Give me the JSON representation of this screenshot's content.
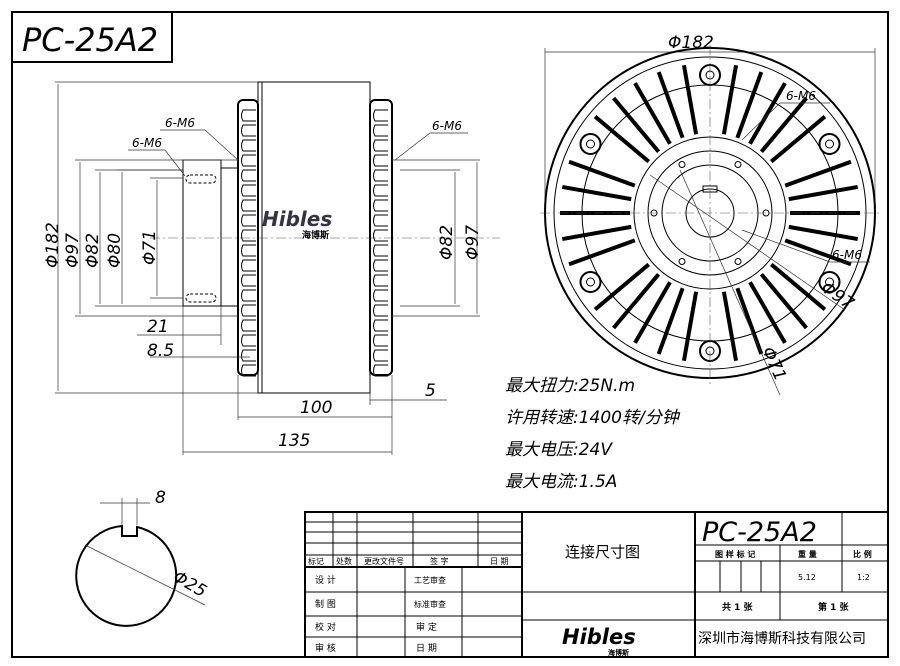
{
  "drawing": {
    "model_label": "PC-25A2",
    "side_view": {
      "dims_vertical": [
        "Φ182",
        "Φ97",
        "Φ82",
        "Φ80",
        "Φ71"
      ],
      "dims_right": [
        "Φ82",
        "Φ97"
      ],
      "callouts": [
        "6-M6",
        "6-M6",
        "6-M6"
      ],
      "dims_horizontal": [
        "21",
        "8.5",
        "100",
        "5",
        "135"
      ],
      "logo": "Hibles",
      "logo_cn": "海博斯"
    },
    "front_view": {
      "diameter_top": "Φ182",
      "callouts": [
        "6-M6",
        "6-M6"
      ],
      "diameters": [
        "Φ97",
        "Φ71"
      ]
    },
    "key_view": {
      "width": "8",
      "diameter": "Φ25"
    },
    "specs": [
      "最大扭力:25N.m",
      "许用转速:1400转/分钟",
      "最大电压:24V",
      "最大电流:1.5A"
    ]
  },
  "title_block": {
    "revision_headers": [
      "标记",
      "处数",
      "更改文件号",
      "签 字",
      "日 期"
    ],
    "sign_rows": [
      "设 计",
      "制 图",
      "校 对",
      "审 核"
    ],
    "review_rows": [
      "工艺审查",
      "标准审查",
      "审 定",
      "日 期"
    ],
    "drawing_name": "连接尺寸图",
    "model": "PC-25A2",
    "headers": [
      "图 样 标 记",
      "重 量",
      "比 例"
    ],
    "weight": "5.12",
    "scale": "1:2",
    "sheets_total": "共 1 张",
    "sheet_no": "第 1 张",
    "logo": "Hibles",
    "logo_cn": "海博斯",
    "company": "深圳市海博斯科技有限公司"
  }
}
